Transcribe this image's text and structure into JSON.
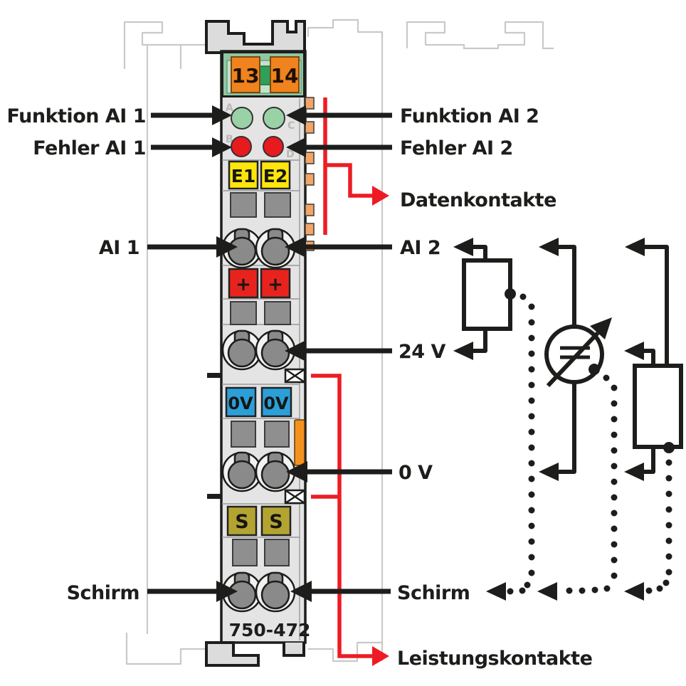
{
  "module": {
    "model": "750-472",
    "terminal_13": "13",
    "terminal_14": "14",
    "led_a": "A",
    "led_b": "B",
    "led_c": "C",
    "led_d": "D",
    "tag_e1": "E1",
    "tag_e2": "E2",
    "tag_plus_1": "+",
    "tag_plus_2": "+",
    "tag_0v_1": "0V",
    "tag_0v_2": "0V",
    "tag_s_1": "S",
    "tag_s_2": "S"
  },
  "labels": {
    "funktion_ai1": "Funktion AI 1",
    "fehler_ai1": "Fehler AI 1",
    "ai1": "AI 1",
    "schirm_left": "Schirm",
    "funktion_ai2": "Funktion AI 2",
    "fehler_ai2": "Fehler AI 2",
    "datenkontakte": "Datenkontakte",
    "ai2": "AI 2",
    "v24": "24 V",
    "v0": "0 V",
    "schirm_right": "Schirm",
    "leistungskontakte": "Leistungskontakte"
  },
  "colors": {
    "outline": "#1d1d1b",
    "body_fill": "#e4e4e4",
    "clip_fill": "#dcdcdc",
    "ghost": "#c9c9c9",
    "green_band": "#90c7a3",
    "green_band_inner": "#c5e0cb",
    "connector_orange": "#f0831d",
    "connector_green": "#2ea05a",
    "led_green": "#9ad2a8",
    "led_red": "#e71a1e",
    "tag_yellow": "#ffe60a",
    "tag_red": "#e8231e",
    "tag_blue": "#2b9fd8",
    "tag_olive": "#b3a432",
    "gray_square": "#8f8f8f",
    "keyhole": "#8a8a8a",
    "data_contact": "#f2a566",
    "power_contact": "#f5921e",
    "red_line": "#ed1c24"
  }
}
